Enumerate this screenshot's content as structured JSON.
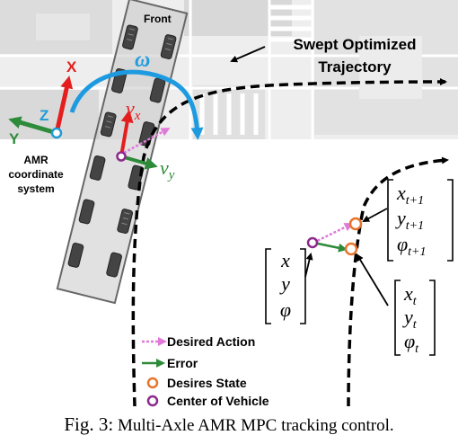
{
  "figure": {
    "labels": {
      "front": "Front",
      "x_axis": "X",
      "y_axis": "Y",
      "z_axis": "Z",
      "omega": "ω",
      "vx": "v",
      "vx_sub": "x",
      "vy": "v",
      "vy_sub": "y",
      "frame_line1": "AMR",
      "frame_line2": "coordinate",
      "frame_line3": "system",
      "swept_line1": "Swept Optimized",
      "swept_line2": "Trajectory"
    },
    "state_current": [
      "x",
      "y",
      "φ"
    ],
    "state_t": {
      "x": "x",
      "y": "y",
      "phi": "φ",
      "sub": "t"
    },
    "state_t1": {
      "x": "x",
      "y": "y",
      "phi": "φ",
      "sub": "t+1"
    },
    "legend": {
      "desired_action": "Desired Action",
      "error": "Error",
      "desired_state": "Desires State",
      "center": "Center of Vehicle"
    },
    "colors": {
      "desired_action": "#e07ad8",
      "error": "#2e8b3a",
      "desired_state": "#e8742c",
      "center": "#8b2a8b",
      "x_axis": "#e41e1e",
      "y_axis": "#2e8b3a",
      "z_axis": "#1f9bd6",
      "omega": "#1e9be0"
    }
  },
  "caption": {
    "label": "Fig. 3:",
    "text": "Multi-Axle AMR MPC tracking control."
  }
}
